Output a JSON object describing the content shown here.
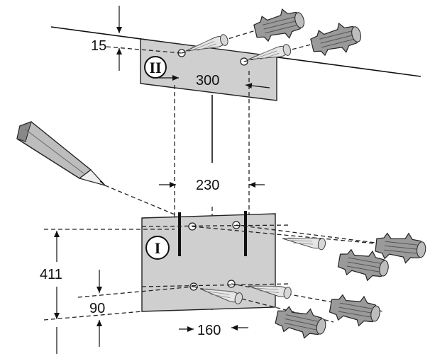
{
  "dimensions": {
    "wall_offset": "15",
    "upper_spacing": "300",
    "middle_spacing": "230",
    "vertical_distance": "411",
    "lower_offset": "90",
    "lower_spacing": "160"
  },
  "plates": {
    "upper": "II",
    "lower": "I"
  },
  "icons": {
    "pencil": "pencil-icon",
    "wall_plug": "wall-plug-icon",
    "screw": "screw-icon"
  }
}
